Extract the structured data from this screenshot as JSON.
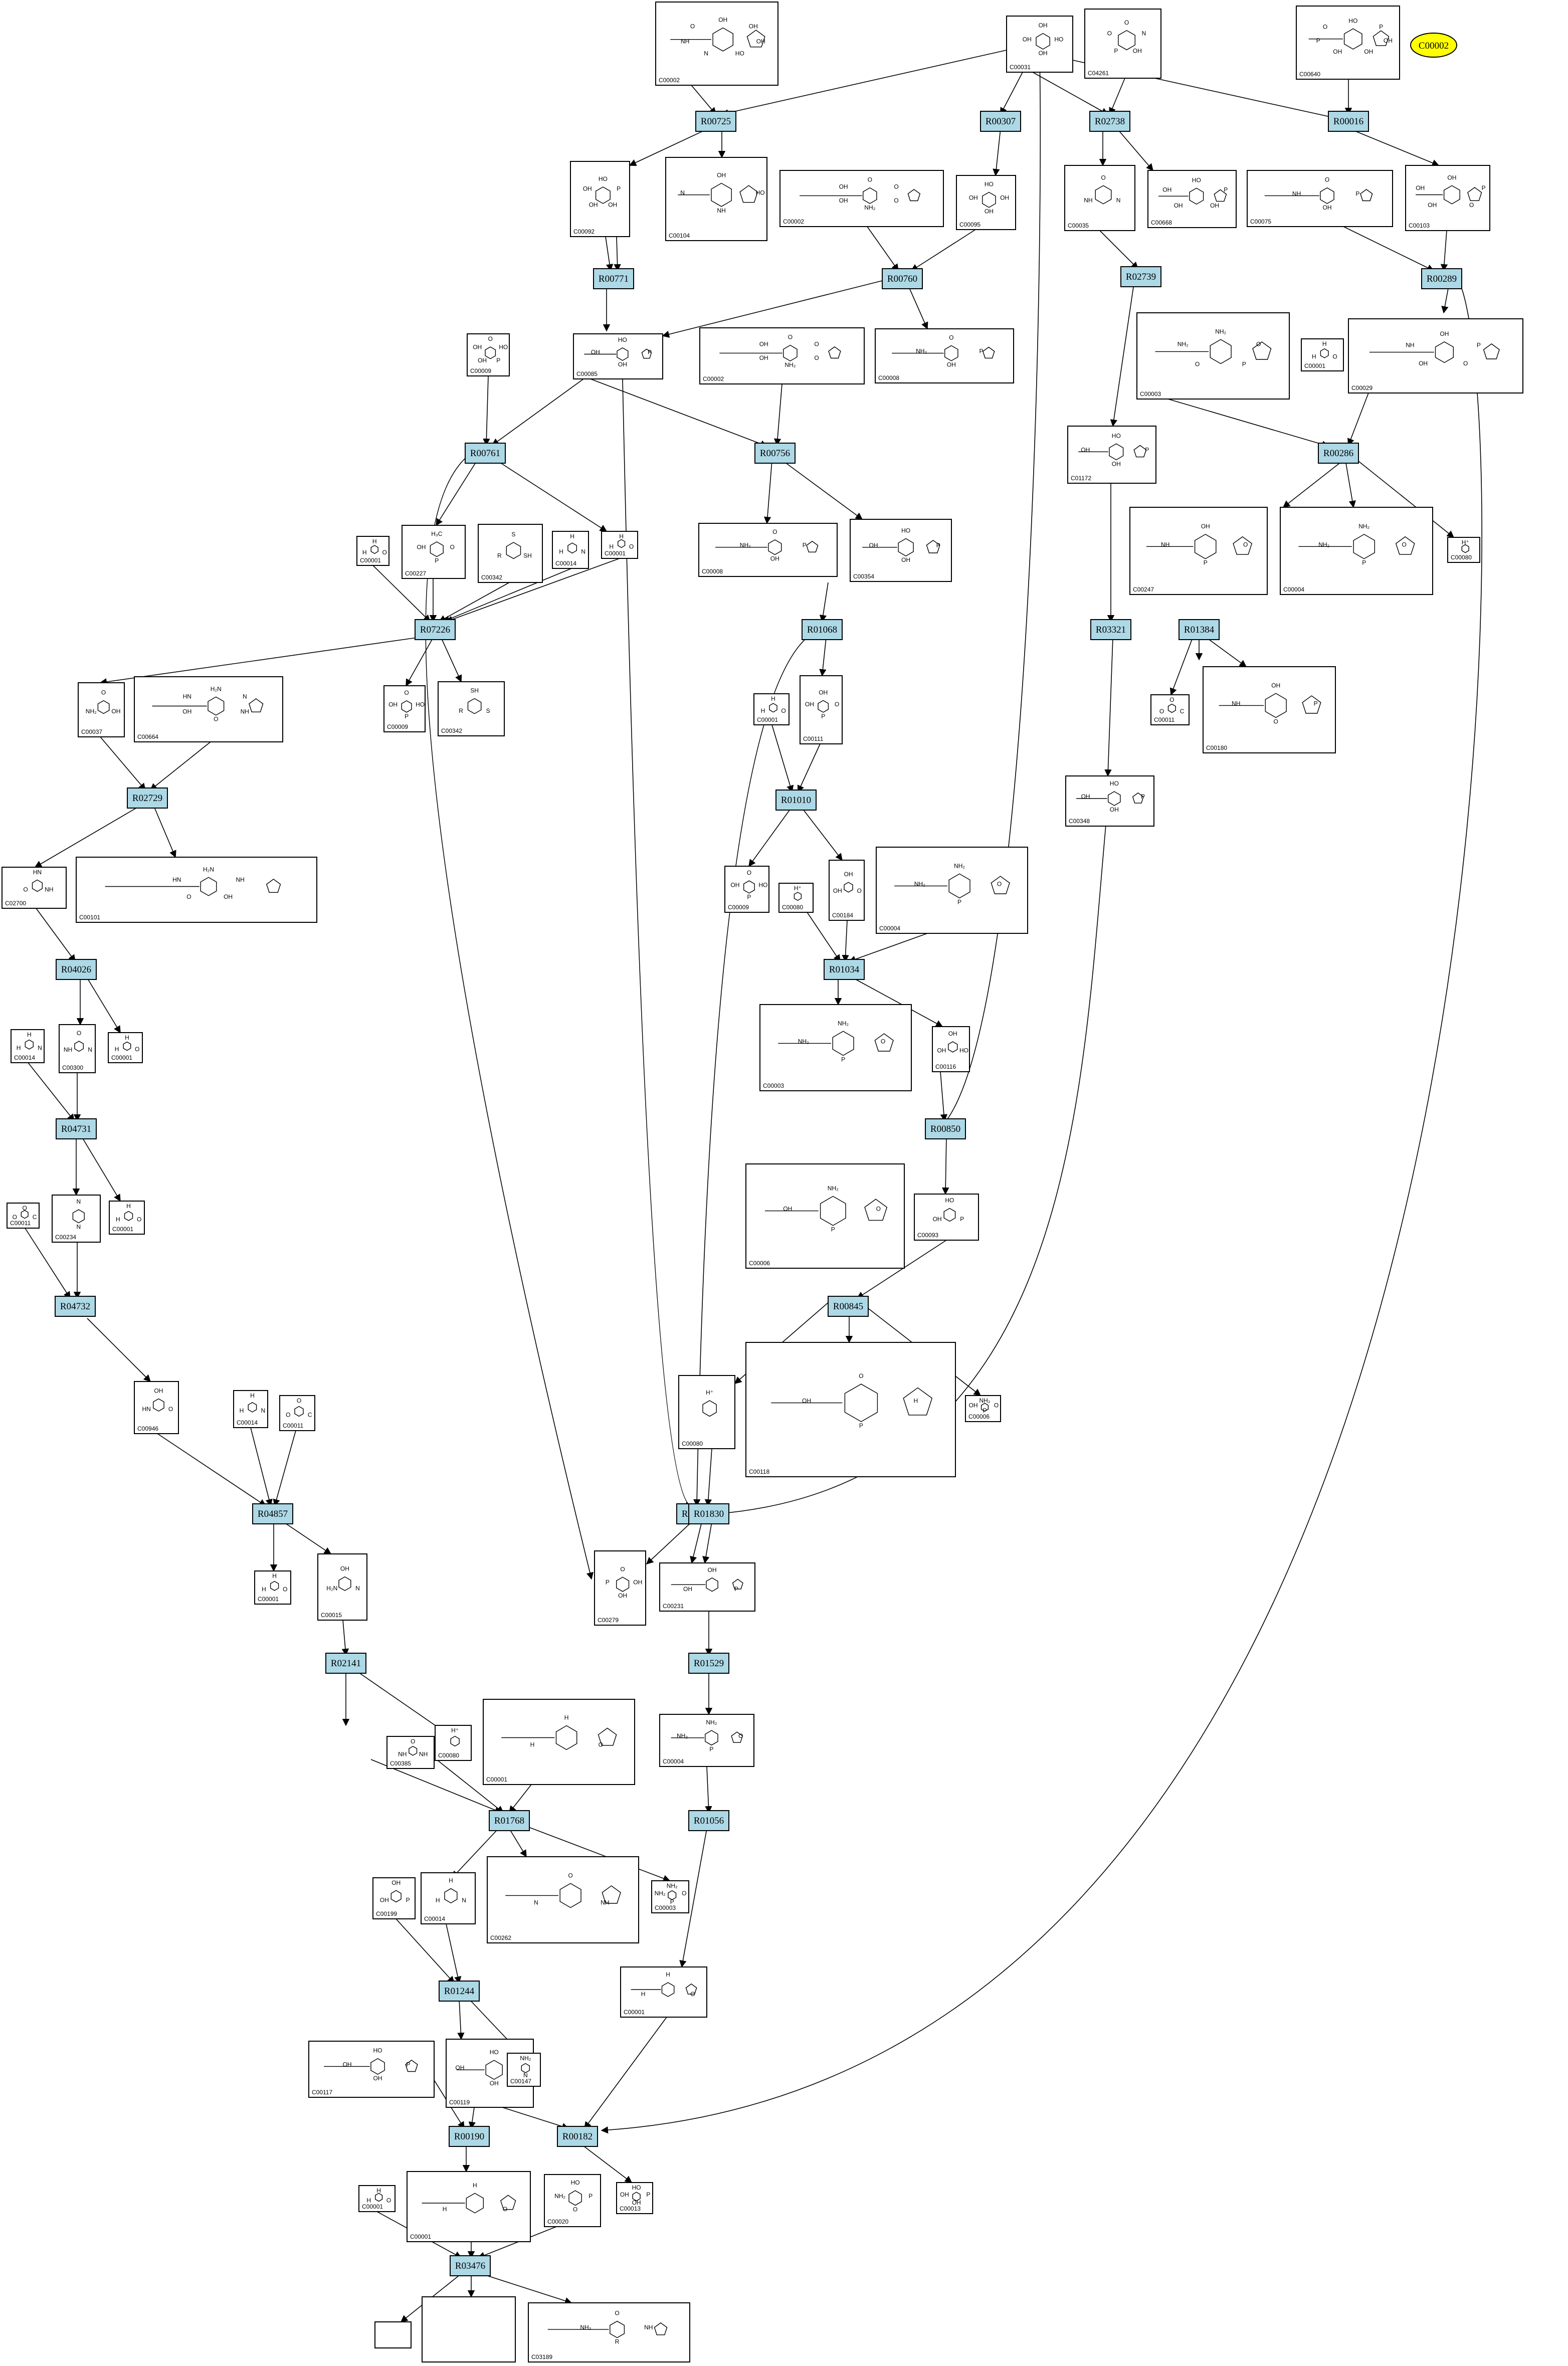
{
  "highlight": {
    "label": "C00002"
  },
  "reactions": [
    "R00725",
    "R00307",
    "R02738",
    "R00016",
    "R00771",
    "R00760",
    "R02739",
    "R00289",
    "R00761",
    "R00756",
    "R00286",
    "R07226",
    "R01068",
    "R03321",
    "R01384",
    "R02729",
    "R01010",
    "R01034",
    "R04026",
    "R04731",
    "R00850",
    "R04732",
    "R00845",
    "R04857",
    "R01067",
    "R01830",
    "R02141",
    "R01529",
    "R01768",
    "R01056",
    "R01244",
    "R00190",
    "R00182",
    "R03476"
  ],
  "compounds": [
    {
      "id": "c1",
      "label": "C00002",
      "atoms": [
        "OH",
        "OH",
        "OH",
        "HO",
        "N",
        "NH",
        "O"
      ]
    },
    {
      "id": "c2",
      "label": "C00031",
      "atoms": [
        "OH",
        "HO",
        "OH",
        "OH"
      ]
    },
    {
      "id": "c3",
      "label": "C04261",
      "atoms": [
        "O",
        "N",
        "OH",
        "P",
        "O"
      ]
    },
    {
      "id": "c4",
      "label": "C00640",
      "atoms": [
        "HO",
        "P",
        "OH",
        "OH",
        "OH",
        "P",
        "O"
      ]
    },
    {
      "id": "c5",
      "label": "C00092",
      "atoms": [
        "HO",
        "P",
        "OH",
        "OH",
        "OH"
      ]
    },
    {
      "id": "c6",
      "label": "C00104",
      "atoms": [
        "OH",
        "HO",
        "NH",
        "N"
      ]
    },
    {
      "id": "c7",
      "label": "C00002",
      "atoms": [
        "O",
        "O",
        "O",
        "NH₂",
        "OH",
        "OH"
      ]
    },
    {
      "id": "c8",
      "label": "C00095",
      "atoms": [
        "HO",
        "OH",
        "OH",
        "OH"
      ]
    },
    {
      "id": "c9",
      "label": "C00035",
      "atoms": [
        "O",
        "N",
        "NH"
      ]
    },
    {
      "id": "c10",
      "label": "C00668",
      "atoms": [
        "HO",
        "P",
        "OH",
        "OH",
        "OH"
      ]
    },
    {
      "id": "c11",
      "label": "C00075",
      "atoms": [
        "O",
        "P",
        "OH",
        "NH"
      ]
    },
    {
      "id": "c12",
      "label": "C00103",
      "atoms": [
        "OH",
        "P",
        "O",
        "OH",
        "OH"
      ]
    },
    {
      "id": "c13",
      "label": "C00009",
      "atoms": [
        "O",
        "HO",
        "P",
        "OH",
        "OH"
      ]
    },
    {
      "id": "c14",
      "label": "C00085",
      "atoms": [
        "HO",
        "P",
        "OH",
        "OH"
      ]
    },
    {
      "id": "c15",
      "label": "C00002",
      "atoms": [
        "O",
        "O",
        "O",
        "NH₂",
        "OH",
        "OH"
      ]
    },
    {
      "id": "c16",
      "label": "C00008",
      "atoms": [
        "O",
        "P",
        "OH",
        "NH₂"
      ]
    },
    {
      "id": "c17",
      "label": "C00003",
      "atoms": [
        "NH₂",
        "O",
        "P",
        "O",
        "NH₂"
      ]
    },
    {
      "id": "c18",
      "label": "C00001",
      "atoms": [
        "H",
        "O",
        "H"
      ]
    },
    {
      "id": "c19",
      "label": "C00029",
      "atoms": [
        "OH",
        "P",
        "O",
        "OH",
        "NH"
      ]
    },
    {
      "id": "c20",
      "label": "C01172",
      "atoms": [
        "HO",
        "P",
        "OH",
        "OH"
      ]
    },
    {
      "id": "c21",
      "label": "C00001",
      "atoms": [
        "H",
        "O",
        "H"
      ]
    },
    {
      "id": "c22",
      "label": "C00227",
      "atoms": [
        "H₃C",
        "O",
        "P",
        "OH"
      ]
    },
    {
      "id": "c23",
      "label": "C00342",
      "atoms": [
        "S",
        "SH",
        "R"
      ]
    },
    {
      "id": "c24",
      "label": "C00014",
      "atoms": [
        "H",
        "N",
        "H"
      ]
    },
    {
      "id": "c25",
      "label": "C00001",
      "atoms": [
        "H",
        "O",
        "H"
      ]
    },
    {
      "id": "c26",
      "label": "C00008",
      "atoms": [
        "O",
        "P",
        "OH",
        "NH₂"
      ]
    },
    {
      "id": "c27",
      "label": "C00354",
      "atoms": [
        "HO",
        "P",
        "OH",
        "OH"
      ]
    },
    {
      "id": "c28",
      "label": "C00247",
      "atoms": [
        "OH",
        "O",
        "P",
        "NH"
      ]
    },
    {
      "id": "c29",
      "label": "C00004",
      "atoms": [
        "NH₂",
        "O",
        "P",
        "NH₂"
      ]
    },
    {
      "id": "c30",
      "label": "C00080",
      "atoms": [
        "H⁺"
      ]
    },
    {
      "id": "c31",
      "label": "C00037",
      "atoms": [
        "O",
        "OH",
        "NH₂"
      ]
    },
    {
      "id": "c32",
      "label": "C00664",
      "atoms": [
        "H₂N",
        "N",
        "NH",
        "O",
        "OH",
        "HN"
      ]
    },
    {
      "id": "c33",
      "label": "C00009",
      "atoms": [
        "O",
        "HO",
        "P",
        "OH"
      ]
    },
    {
      "id": "c34",
      "label": "C00342",
      "atoms": [
        "SH",
        "S",
        "R"
      ]
    },
    {
      "id": "c35",
      "label": "C00001",
      "atoms": [
        "H",
        "O",
        "H"
      ]
    },
    {
      "id": "c36",
      "label": "C00111",
      "atoms": [
        "OH",
        "O",
        "P",
        "OH"
      ]
    },
    {
      "id": "c37",
      "label": "C00011",
      "atoms": [
        "O",
        "C",
        "O"
      ]
    },
    {
      "id": "c38",
      "label": "C00180",
      "atoms": [
        "OH",
        "P",
        "O",
        "NH"
      ]
    },
    {
      "id": "c39",
      "label": "C02700",
      "atoms": [
        "HN",
        "NH",
        "O"
      ]
    },
    {
      "id": "c40",
      "label": "C00101",
      "atoms": [
        "H₂N",
        "NH",
        "OH",
        "O",
        "HN"
      ]
    },
    {
      "id": "c41",
      "label": "C00009",
      "atoms": [
        "O",
        "HO",
        "P",
        "OH"
      ]
    },
    {
      "id": "c42",
      "label": "C00080",
      "atoms": [
        "H⁺"
      ]
    },
    {
      "id": "c43",
      "label": "C00184",
      "atoms": [
        "OH",
        "O",
        "OH"
      ]
    },
    {
      "id": "c44",
      "label": "C00004",
      "atoms": [
        "NH₂",
        "O",
        "P",
        "NH₂"
      ]
    },
    {
      "id": "c45",
      "label": "C00348",
      "atoms": [
        "HO",
        "P",
        "OH",
        "OH"
      ]
    },
    {
      "id": "c46",
      "label": "C00014",
      "atoms": [
        "H",
        "N",
        "H"
      ]
    },
    {
      "id": "c47",
      "label": "C00300",
      "atoms": [
        "O",
        "N",
        "NH"
      ]
    },
    {
      "id": "c48",
      "label": "C00001",
      "atoms": [
        "H",
        "O",
        "H"
      ]
    },
    {
      "id": "c49",
      "label": "C00003",
      "atoms": [
        "NH₂",
        "O",
        "P",
        "NH₂"
      ]
    },
    {
      "id": "c50",
      "label": "C00116",
      "atoms": [
        "OH",
        "HO",
        "OH"
      ]
    },
    {
      "id": "c51",
      "label": "C00011",
      "atoms": [
        "O",
        "C",
        "O"
      ]
    },
    {
      "id": "c52",
      "label": "C00234",
      "atoms": [
        "N",
        "N"
      ]
    },
    {
      "id": "c53",
      "label": "C00001",
      "atoms": [
        "H",
        "O",
        "H"
      ]
    },
    {
      "id": "c54",
      "label": "C00006",
      "atoms": [
        "NH₂",
        "O",
        "P",
        "OH"
      ]
    },
    {
      "id": "c55",
      "label": "C00093",
      "atoms": [
        "HO",
        "P",
        "OH"
      ]
    },
    {
      "id": "c56",
      "label": "C00946",
      "atoms": [
        "OH",
        "O",
        "HN"
      ]
    },
    {
      "id": "c57",
      "label": "C00014",
      "atoms": [
        "H",
        "N",
        "H"
      ]
    },
    {
      "id": "c58",
      "label": "C00011",
      "atoms": [
        "O",
        "C",
        "O"
      ]
    },
    {
      "id": "c59",
      "label": "C00006",
      "atoms": [
        "NH₂",
        "O",
        "P",
        "OH"
      ]
    },
    {
      "id": "c60",
      "label": "C00080",
      "atoms": [
        "H⁺"
      ]
    },
    {
      "id": "c61",
      "label": "C00118",
      "atoms": [
        "O",
        "H",
        "P",
        "OH"
      ]
    },
    {
      "id": "c62",
      "label": "C00001",
      "atoms": [
        "H",
        "O",
        "H"
      ]
    },
    {
      "id": "c63",
      "label": "C00015",
      "atoms": [
        "OH",
        "N",
        "H₂N"
      ]
    },
    {
      "id": "c64",
      "label": "C00279",
      "atoms": [
        "O",
        "OH",
        "OH",
        "P"
      ]
    },
    {
      "id": "c65",
      "label": "C00231",
      "atoms": [
        "OH",
        "P",
        "OH"
      ]
    },
    {
      "id": "c66",
      "label": "C00385",
      "atoms": [
        "O",
        "NH",
        "NH"
      ]
    },
    {
      "id": "c67",
      "label": "C00080",
      "atoms": [
        "H⁺"
      ]
    },
    {
      "id": "c68",
      "label": "C00001",
      "atoms": [
        "H",
        "O",
        "H"
      ]
    },
    {
      "id": "c69",
      "label": "C00004",
      "atoms": [
        "NH₂",
        "O",
        "P",
        "NH₂"
      ]
    },
    {
      "id": "c70",
      "label": "C00199",
      "atoms": [
        "OH",
        "P",
        "OH"
      ]
    },
    {
      "id": "c71",
      "label": "C00014",
      "atoms": [
        "H",
        "N",
        "H"
      ]
    },
    {
      "id": "c72",
      "label": "C00262",
      "atoms": [
        "O",
        "NH",
        "N"
      ]
    },
    {
      "id": "c73",
      "label": "C00003",
      "atoms": [
        "NH₂",
        "O",
        "P",
        "NH₂"
      ]
    },
    {
      "id": "c74",
      "label": "C00001",
      "atoms": [
        "H",
        "O",
        "H"
      ]
    },
    {
      "id": "c75",
      "label": "C00117",
      "atoms": [
        "HO",
        "P",
        "OH",
        "OH"
      ]
    },
    {
      "id": "c76",
      "label": "C00119",
      "atoms": [
        "HO",
        "P",
        "OH",
        "OH"
      ]
    },
    {
      "id": "c77",
      "label": "C00147",
      "atoms": [
        "NH₂",
        "N"
      ]
    },
    {
      "id": "c78",
      "label": "C00001",
      "atoms": [
        "H",
        "O",
        "H"
      ]
    },
    {
      "id": "c79",
      "label": "C00020",
      "atoms": [
        "HO",
        "P",
        "O",
        "NH₂"
      ]
    },
    {
      "id": "c80",
      "label": "C00013",
      "atoms": [
        "HO",
        "P",
        "OH",
        "OH"
      ]
    },
    {
      "id": "c81",
      "label": "C00001",
      "atoms": [
        "H",
        "O",
        "H"
      ]
    },
    {
      "id": "c82",
      "label": "",
      "atoms": []
    },
    {
      "id": "c83",
      "label": "",
      "atoms": []
    },
    {
      "id": "c84",
      "label": "C03189",
      "atoms": [
        "O",
        "NH",
        "R",
        "NH₂"
      ]
    },
    {
      "id": "c85",
      "label": "C00002",
      "atoms": [
        "O",
        "P",
        "O",
        "NH₂",
        "OH"
      ]
    }
  ]
}
